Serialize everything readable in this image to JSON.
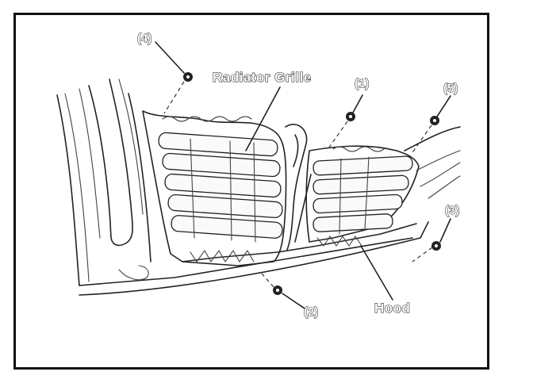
{
  "diagram": {
    "labels": {
      "radiator_grille": "Radiator Grille",
      "hood": "Hood",
      "callout_1": "(1)",
      "callout_2": "(2)",
      "callout_3": "(3)",
      "callout_4": "(4)",
      "callout_5": "(5)"
    }
  }
}
